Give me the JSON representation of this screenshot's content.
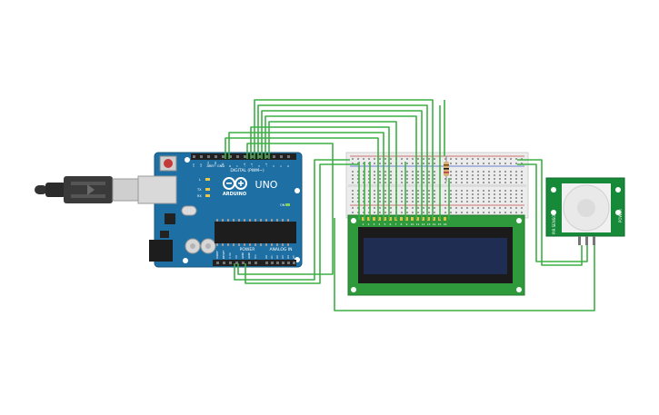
{
  "arduino": {
    "brand": "ARDUINO",
    "model": "UNO",
    "digital_label": "DIGITAL (PWM~)",
    "power_label": "POWER",
    "analog_label": "ANALOG IN",
    "aref_label": "AREF",
    "gnd_label": "GND",
    "tx_label": "TX",
    "rx_label": "RX",
    "l_label": "L",
    "on_label": "ON",
    "digital_pins": [
      "13",
      "12",
      "~11",
      "~10",
      "~9",
      "8",
      "7",
      "~6",
      "~5",
      "4",
      "~3",
      "2",
      "1",
      "0"
    ],
    "power_pins": [
      "IOREF",
      "RESET",
      "3.3V",
      "5V",
      "GND",
      "GND",
      "Vin"
    ],
    "analog_pins": [
      "A0",
      "A1",
      "A2",
      "A3",
      "A4",
      "A5"
    ]
  },
  "lcd": {
    "pin_labels": [
      "1",
      "2",
      "3",
      "4",
      "5",
      "6",
      "7",
      "8",
      "9",
      "10",
      "11",
      "12",
      "13",
      "14",
      "15",
      "16"
    ]
  },
  "pir": {
    "label_left": "PIR SENSOR",
    "label_right": "POWER"
  },
  "colors": {
    "wire": "#3cb043",
    "arduino_board": "#1e6fa3",
    "lcd_board": "#2f9a3c",
    "lcd_screen": "#1f2d52",
    "pir_board": "#178a3a",
    "breadboard": "#ececec",
    "header": "#222222",
    "usb_cable": "#333333"
  }
}
